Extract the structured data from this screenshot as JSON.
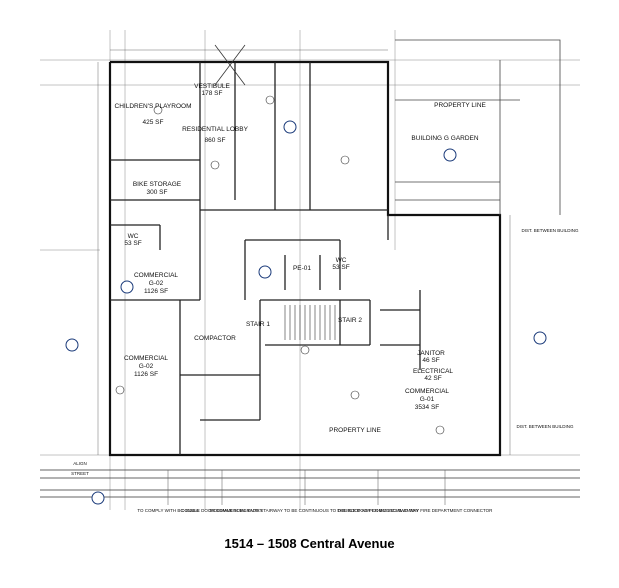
{
  "rooms": {
    "childrens_playroom": "CHILDREN'S PLAYROOM",
    "childrens_playroom_area": "425 SF",
    "vestibule": "VESTIBULE",
    "vestibule_area": "178 SF",
    "residential_lobby": "RESIDENTIAL LOBBY",
    "residential_lobby_area": "860 SF",
    "bike_storage": "BIKE STORAGE",
    "bike_storage_area": "300 SF",
    "wc_left": "WC",
    "wc_left_area": "53 SF",
    "commercial_g02_name": "COMMERCIAL",
    "commercial_g02_id": "G-02",
    "commercial_g02_area": "1126 SF",
    "commercial_g02b_name": "COMMERCIAL",
    "commercial_g02b_id": "G-02",
    "commercial_g02b_area": "1126 SF",
    "compactor": "COMPACTOR",
    "stair1": "STAIR 1",
    "stair2": "STAIR 2",
    "pe": "PE-01",
    "wc_mid": "WC",
    "wc_mid_area": "53 SF",
    "janitor": "JANITOR",
    "janitor_area": "46 SF",
    "electrical": "ELECTRICAL",
    "electrical_area": "42 SF",
    "commercial_g01_name": "COMMERCIAL",
    "commercial_g01_id": "G-01",
    "commercial_g01_area": "3534 SF",
    "garden": "BUILDING G GARDEN",
    "property_line_top": "PROPERTY LINE",
    "property_line_bottom": "PROPERTY LINE"
  },
  "notes": {
    "comply": "TO COMPLY WITH BC 1024.6",
    "double_door_1": "DOUBLE DOOR COMMERCIAL ENTRY",
    "stairway": "SIDEWALK SUBGRADE STAIRWAY TO BE CONTINUOUS TO THE ROOF AS PER BC 1023.9",
    "double_door_2": "DOUBLE DOOR COMMERCIAL ENTRY",
    "fire_connector": "TWO WAY FIRE DEPARTMENT CONNECTOR",
    "distance_right": "DIST. BETWEEN BUILDING",
    "distance_bottom": "DIST. BETWEEN BUILDING",
    "alignment": "ALIGN",
    "street": "STREET"
  },
  "caption": "1514 – 1508 Central Avenue"
}
